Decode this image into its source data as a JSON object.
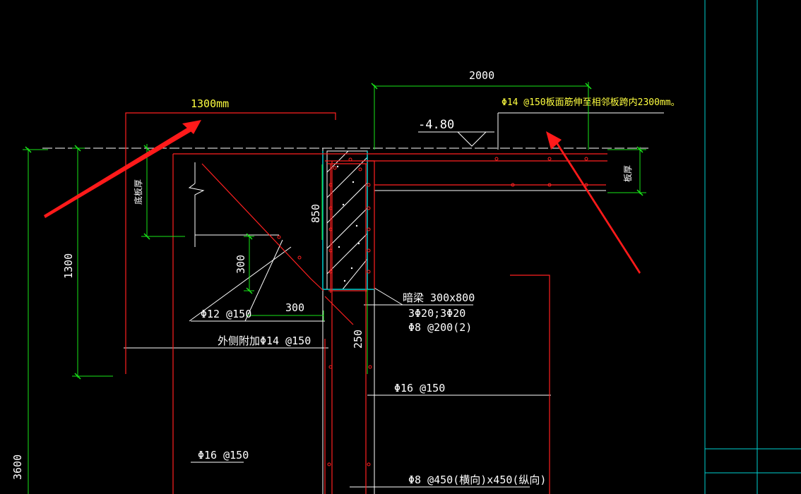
{
  "colors": {
    "background": "#000000",
    "rebar": "#ff2020",
    "dimension": "#19e619",
    "outline": "#ffffff",
    "annotation_yellow": "#ffff40",
    "frame_cyan": "#00d0d0",
    "arrow": "#ff1a1a"
  },
  "dimensions": {
    "top_span": "2000",
    "left_span": "1300mm",
    "total_height": "3600",
    "left_height": "1300",
    "beam_depth": "850",
    "stub_height": "300",
    "stub_width": "300",
    "lower_offset": "250"
  },
  "labels": {
    "elevation": "-4.80",
    "top_note": "Φ14 @150板面筋伸至相邻板跨内2300mm。",
    "slab_thickness_left": "底板厚",
    "slab_thickness_right": "板厚",
    "diag_bar": "Φ12 @150",
    "outer_bar": "外侧附加Φ14 @150",
    "beam_title": "暗梁 300x800",
    "beam_main_bars": "3Φ20;3Φ20",
    "beam_stirrups": "Φ8 @200(2)",
    "wall_bar_right": "Φ16 @150",
    "wall_bar_left": "Φ16 @150",
    "tie_bar": "Φ8 @450(横向)x450(纵向)"
  },
  "icons": [
    "arrow-left-icon",
    "arrow-right-icon",
    "elevation-marker-icon",
    "break-line-icon"
  ]
}
